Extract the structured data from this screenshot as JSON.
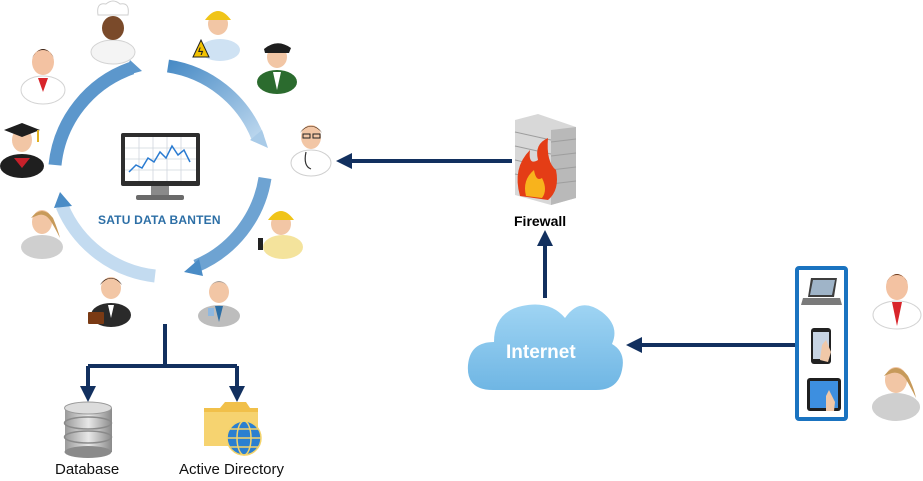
{
  "diagram": {
    "center_title": "SATU DATA BANTEN",
    "firewall_label": "Firewall",
    "internet_label": "Internet",
    "database_label": "Database",
    "active_directory_label": "Active Directory"
  },
  "colors": {
    "arrow_dark": "#12305f",
    "cycle_blue": "#4a8cc6",
    "cloud_blue": "#7cc0ea",
    "center_text": "#2d6fa6",
    "device_frame": "#1a73c0"
  },
  "icons": [
    "monitor-chart-icon",
    "person-businessman-icon",
    "person-chef-icon",
    "person-engineer-icon",
    "person-police-icon",
    "person-doctor-icon",
    "person-worker-icon",
    "person-elder-icon",
    "person-business-briefcase-icon",
    "person-woman-icon",
    "person-graduate-icon",
    "firewall-icon",
    "cloud-icon",
    "laptop-icon",
    "smartphone-icon",
    "tablet-icon",
    "database-icon",
    "folder-globe-icon"
  ]
}
